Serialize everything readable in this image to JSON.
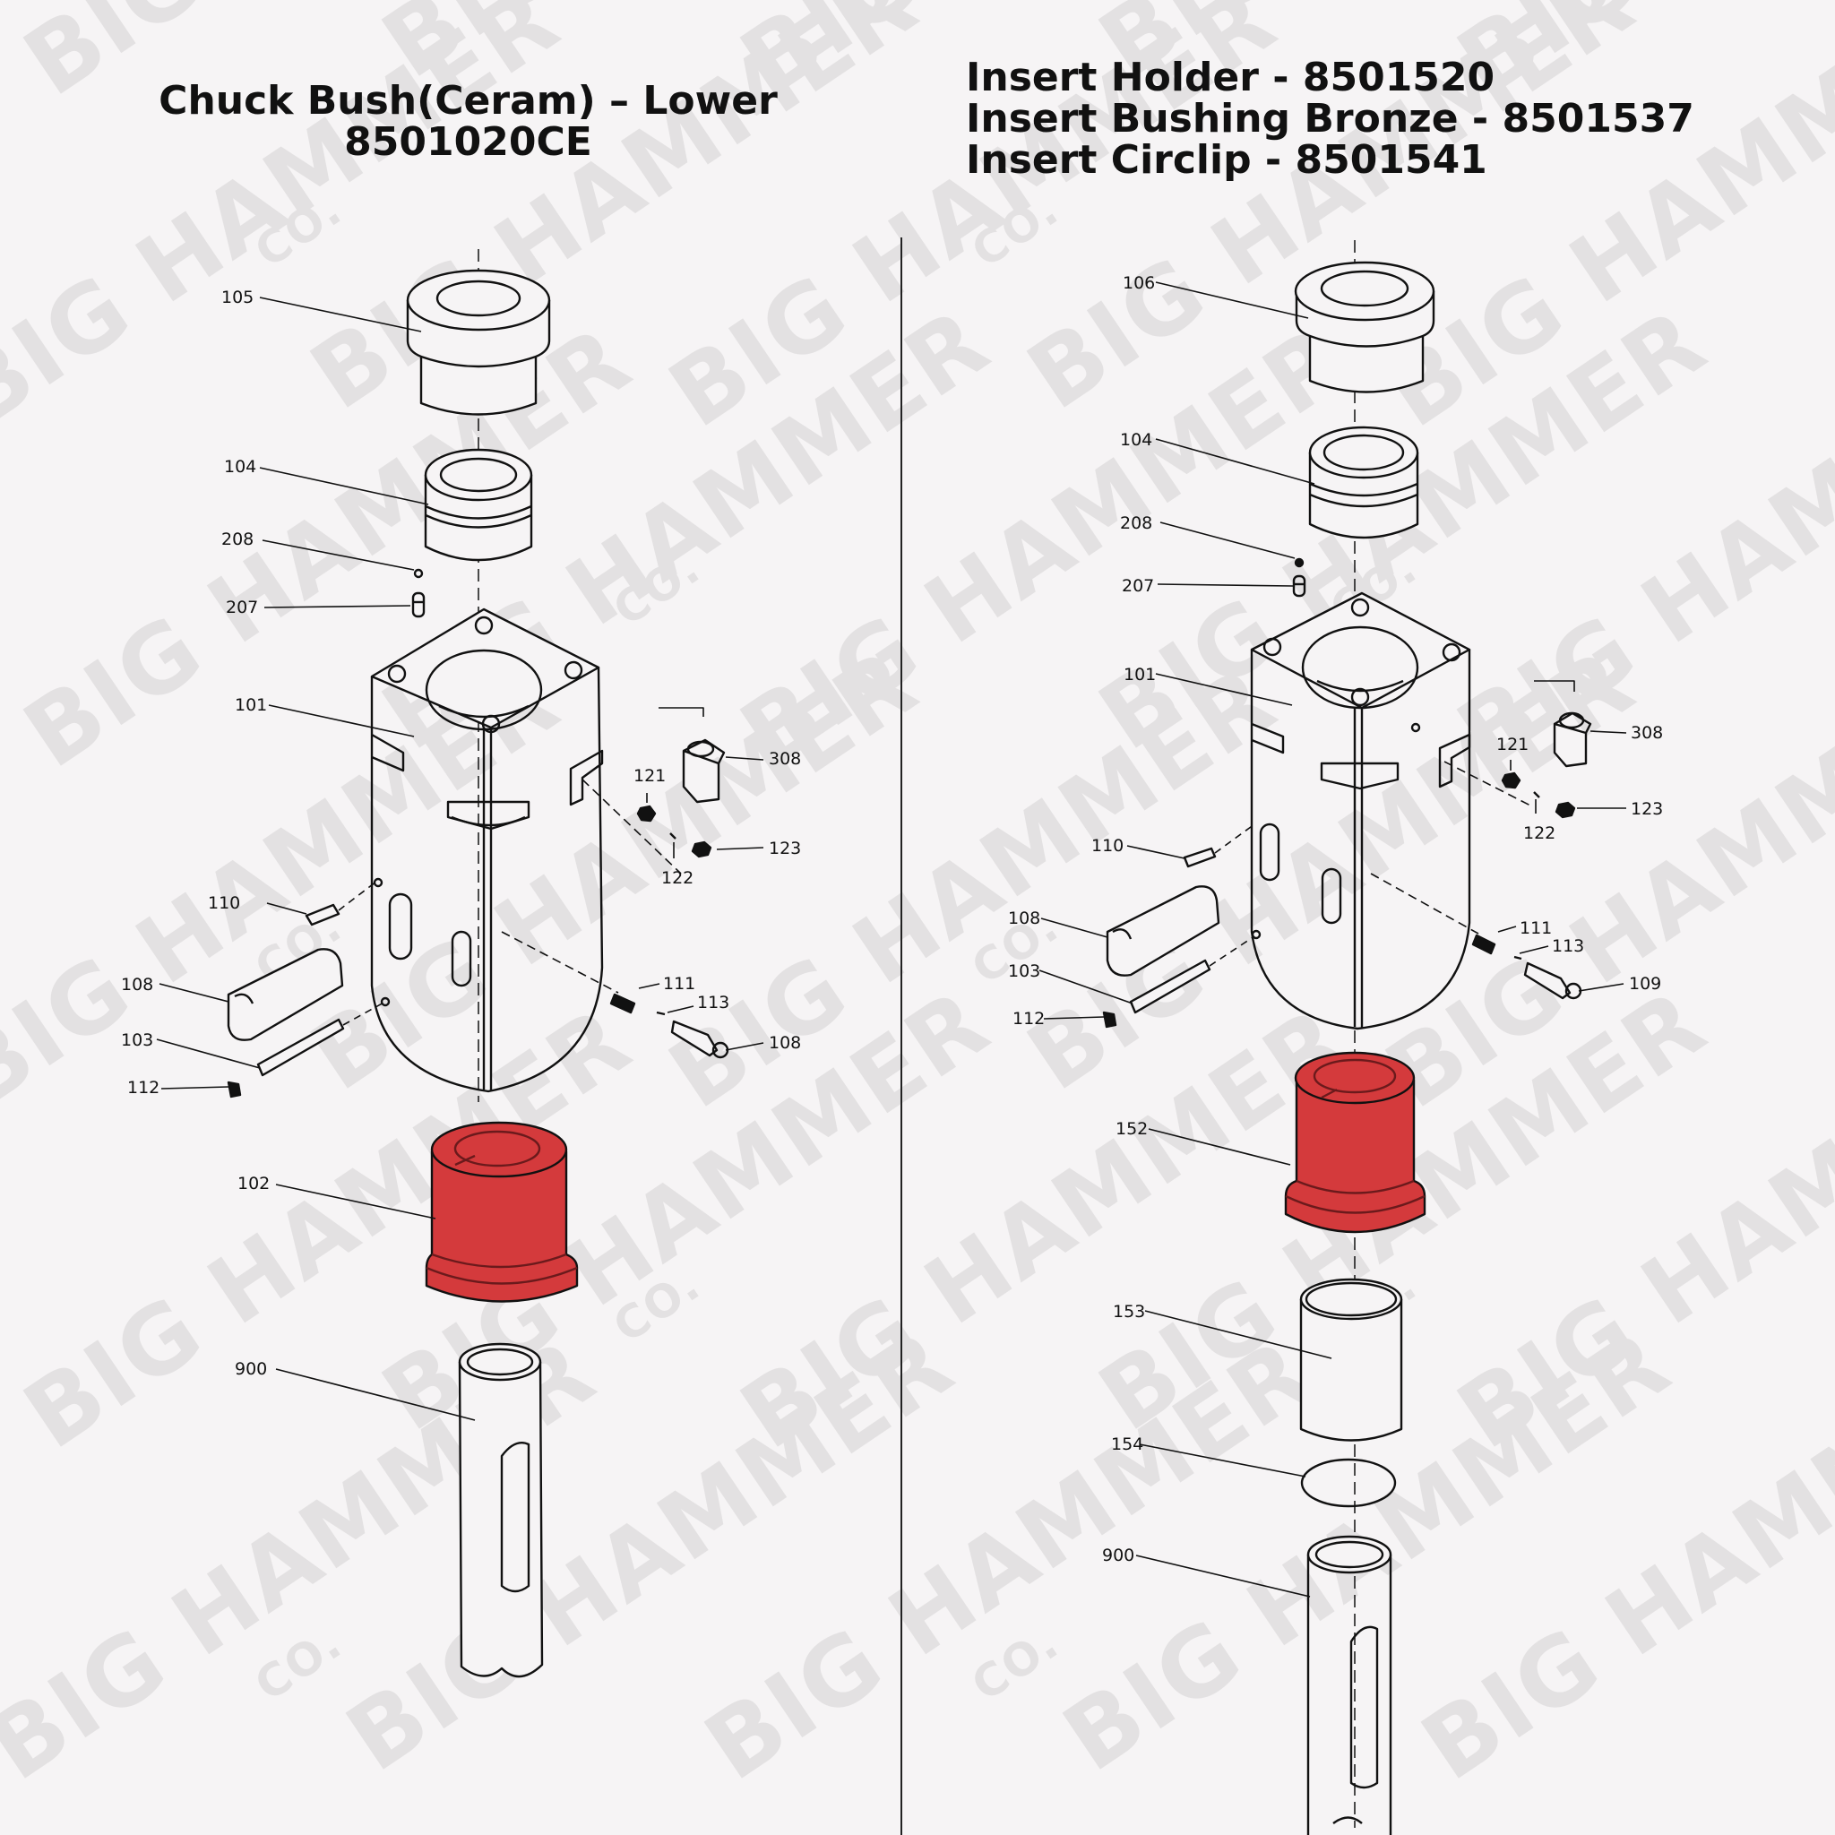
{
  "watermark": {
    "line1": "BIG HAMMER",
    "line2": "CO."
  },
  "left_panel": {
    "title_line1": "Chuck Bush(Ceram) – Lower",
    "title_line2": "8501020CE",
    "highlight_color": "#d43a3c",
    "labels": {
      "p105": "105",
      "p104": "104",
      "p208": "208",
      "p207": "207",
      "p101": "101",
      "p308": "308",
      "p121": "121",
      "p123": "123",
      "p122": "122",
      "p110": "110",
      "p111": "111",
      "p113": "113",
      "p108": "108",
      "p108b": "108",
      "p103": "103",
      "p112": "112",
      "p102": "102",
      "p900": "900"
    }
  },
  "right_panel": {
    "title_line1": "Insert Holder - 8501520",
    "title_line2": "Insert Bushing Bronze - 8501537",
    "title_line3": "Insert Circlip  - 8501541",
    "highlight_color": "#d43a3c",
    "labels": {
      "p106": "106",
      "p104": "104",
      "p208": "208",
      "p207": "207",
      "p101": "101",
      "p308": "308",
      "p121": "121",
      "p123": "123",
      "p122": "122",
      "p110": "110",
      "p108": "108",
      "p111": "111",
      "p113": "113",
      "p103": "103",
      "p109": "109",
      "p112": "112",
      "p152": "152",
      "p153": "153",
      "p154": "154",
      "p900": "900"
    }
  }
}
